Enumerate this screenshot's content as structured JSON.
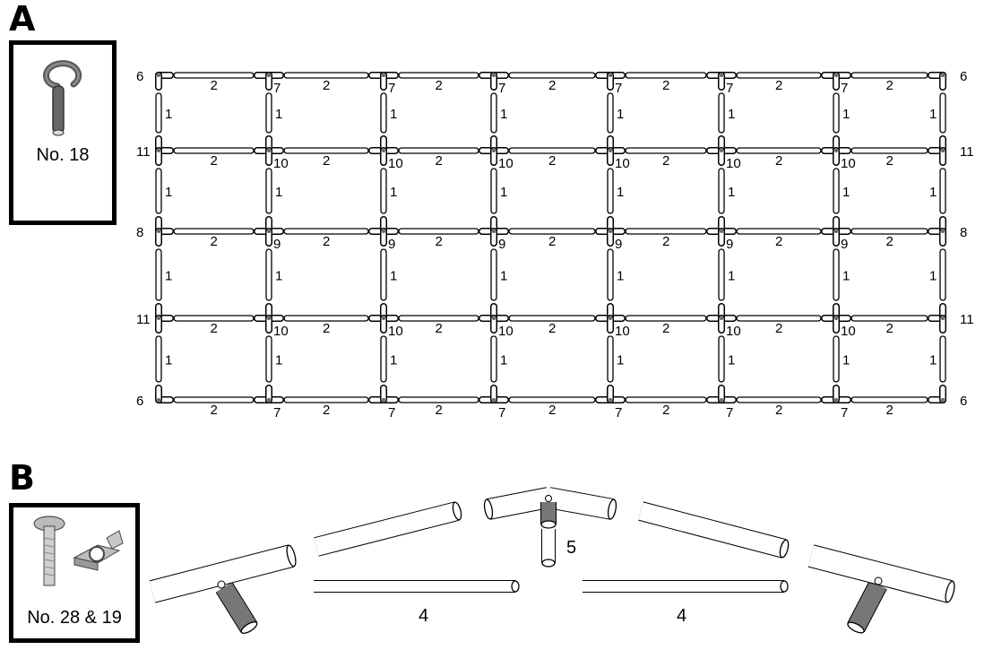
{
  "section_a": {
    "letter": "A",
    "hardware_label": "No. 18",
    "hardware_icon": "eye-bolt-icon",
    "part_labels": {
      "short_pipe": "1",
      "long_pipe": "2",
      "corner": "6",
      "edge_tee": "7",
      "side_tee": "8",
      "center_cross": "9",
      "cross": "10",
      "side_connector": "11"
    }
  },
  "section_b": {
    "letter": "B",
    "hardware_label": "No. 28 & 19",
    "hardware_icon": "bolt-and-connector-icon",
    "part_labels": {
      "ridge_connector": "5",
      "brace_left": "4",
      "brace_right": "4"
    }
  }
}
